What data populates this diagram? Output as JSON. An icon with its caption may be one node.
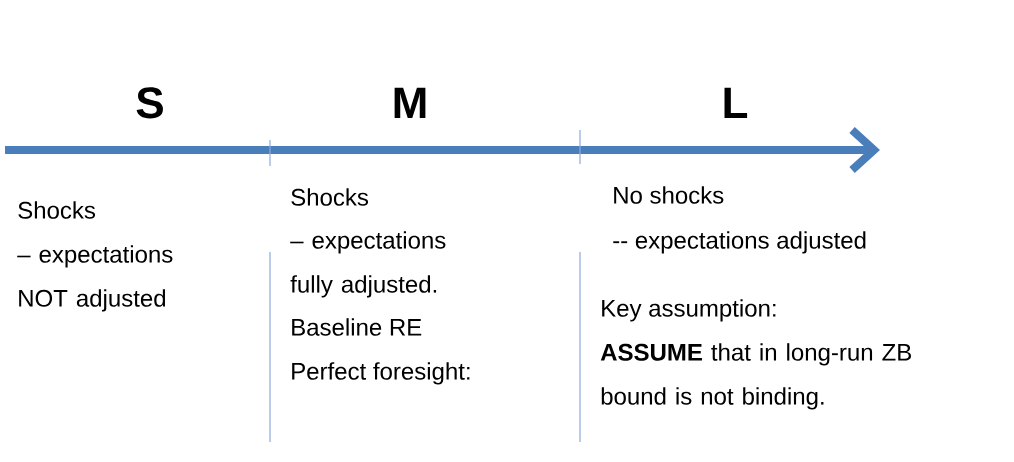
{
  "diagram": {
    "labels": [
      "S",
      "M",
      "L",
      "Shocks",
      "– expectations NOT adjusted",
      "Shocks",
      "– expectations fully adjusted.",
      "Baseline RE",
      "Perfect foresight:",
      "No shocks",
      "-- expectations adjusted",
      "Key assumption:",
      "**ASSUME** that in long-run ZB bound is not binding."
    ]
  }
}
